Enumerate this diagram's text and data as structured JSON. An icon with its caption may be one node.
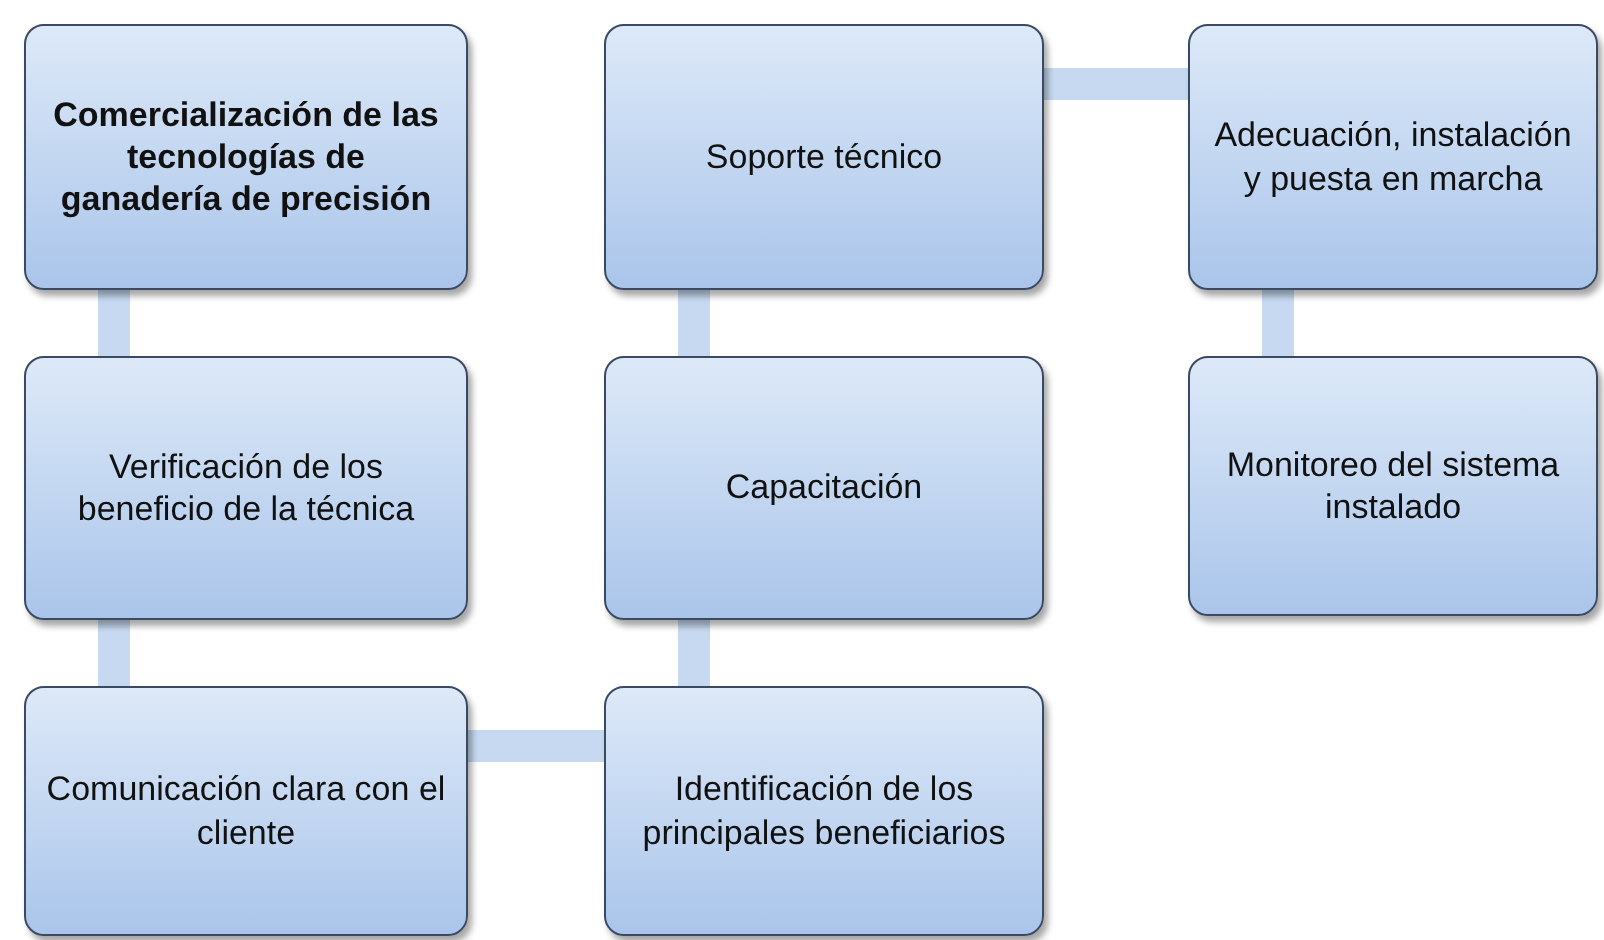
{
  "diagram": {
    "nodes": [
      {
        "text": [
          "Comercialización de las tecnologías de ganadería de precisión"
        ]
      },
      {
        "text": [
          "Verificación de los beneficio de la técnica"
        ]
      },
      {
        "text": [
          "Comunicación clara con el cliente"
        ]
      },
      {
        "text": [
          "Identificación de los principales beneficiarios"
        ]
      },
      {
        "text": [
          "Capacitación"
        ]
      },
      {
        "text": [
          "Soporte técnico"
        ]
      },
      {
        "text": [
          "Adecuación, instalación y puesta en marcha"
        ]
      },
      {
        "text": [
          "Monitoreo del sistema instalado"
        ]
      }
    ],
    "edges": [
      {
        "from": 0,
        "to": 1,
        "arrow": "none"
      },
      {
        "from": 1,
        "to": 2,
        "arrow": "none"
      },
      {
        "from": 2,
        "to": 3,
        "arrow": "none"
      },
      {
        "from": 3,
        "to": 4,
        "arrow": "none"
      },
      {
        "from": 4,
        "to": 5,
        "arrow": "none"
      },
      {
        "from": 5,
        "to": 6,
        "arrow": "none"
      },
      {
        "from": 6,
        "to": 7,
        "arrow": "none"
      }
    ]
  }
}
